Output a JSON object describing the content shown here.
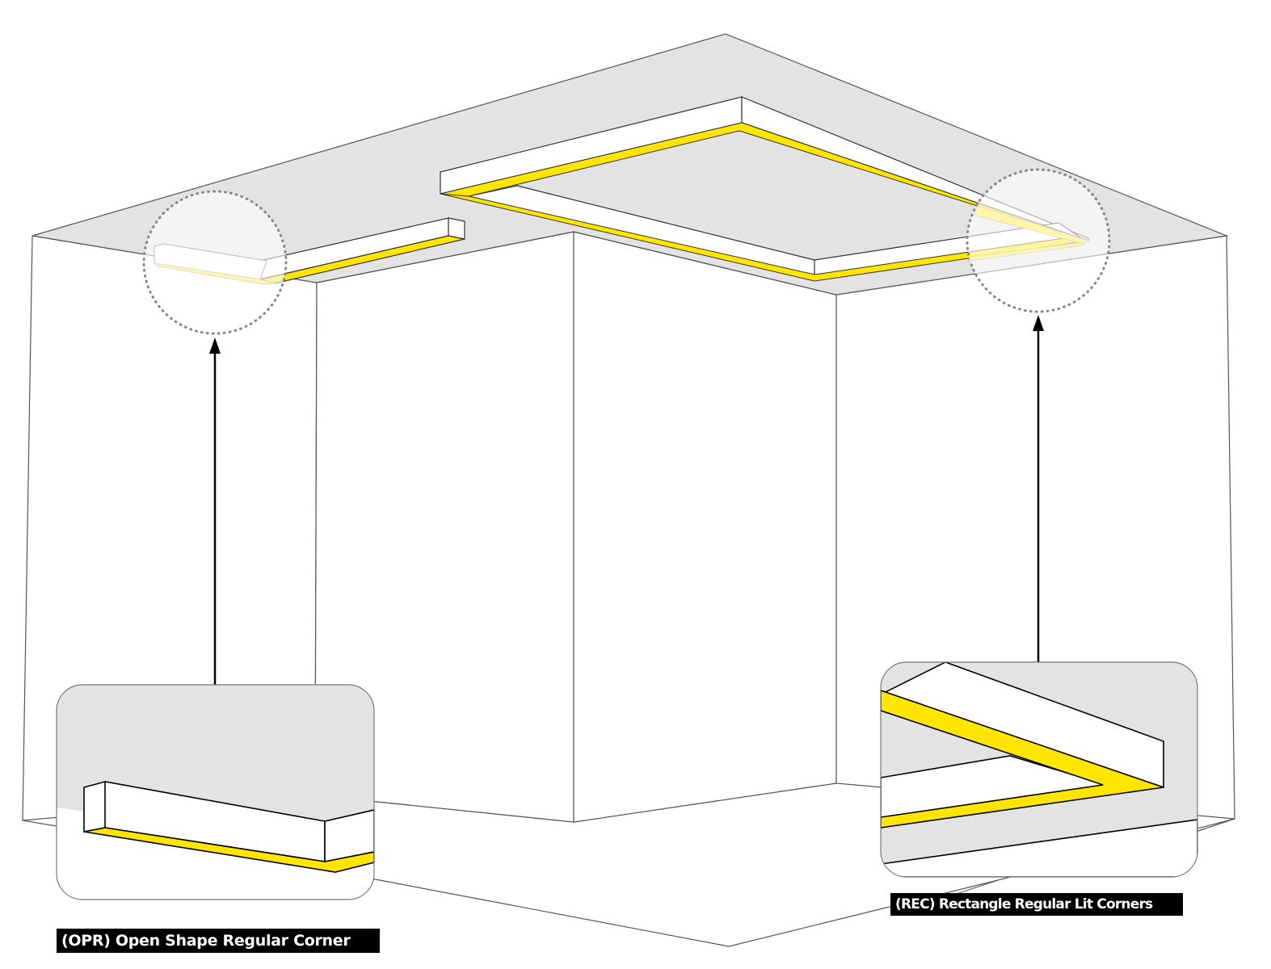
{
  "diagram": {
    "type": "architectural-lighting-illustration",
    "colors": {
      "ceiling": "#e3e3e3",
      "wall": "#ffffff",
      "led": "#ffe500",
      "led_faded": "#fff6a8",
      "outline": "#000000",
      "callout_circle": "#888888",
      "label_bg": "#000000",
      "label_text": "#ffffff"
    },
    "callouts": [
      {
        "id": "opr",
        "code": "OPR",
        "label": "(OPR) Open Shape Regular Corner",
        "position": "bottom-left"
      },
      {
        "id": "rec",
        "code": "REC",
        "label": "(REC) Rectangle Regular Lit Corners",
        "position": "bottom-right"
      }
    ]
  }
}
